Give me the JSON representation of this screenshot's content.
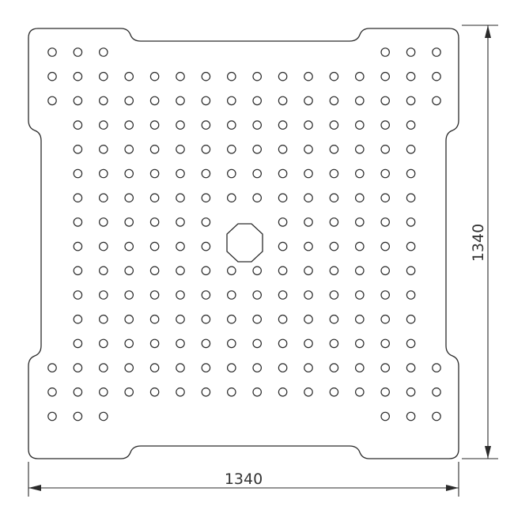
{
  "drawing": {
    "dimensions": {
      "width_label": "1340",
      "height_label": "1340"
    },
    "hole_grid": {
      "columns": 16,
      "rows": 16,
      "corner_rows_full_width": [
        0,
        1,
        2,
        13,
        14,
        15
      ],
      "corner_notch_rows_partial": [
        0,
        15
      ],
      "center_hole_shape": "octagon"
    },
    "colors": {
      "line": "#2a2a2a",
      "background": "#ffffff"
    }
  }
}
